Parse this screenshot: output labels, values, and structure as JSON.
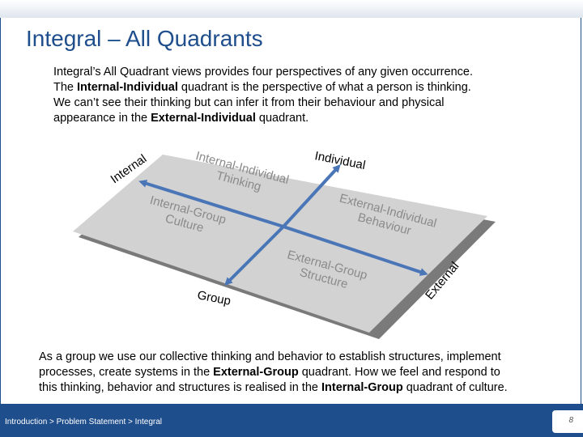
{
  "title": "Integral – All Quadrants",
  "intro": {
    "l1": "Integral’s All Quadrant views provides four perspectives of any given occurrence.",
    "l2a": "The ",
    "l2b": "Internal-Individual",
    "l2c": " quadrant is the perspective of what a person is thinking.",
    "l3": "We can’t see their thinking but can infer it from their behaviour and physical",
    "l4a": "appearance in the ",
    "l4b": "External-Individual",
    "l4c": " quadrant."
  },
  "diagram": {
    "axes": {
      "internal": "Internal",
      "external": "External",
      "individual": "Individual",
      "group": "Group"
    },
    "quadrants": {
      "internal_individual": [
        "Internal-Individual",
        "Thinking"
      ],
      "external_individual": [
        "External-Individual",
        "Behaviour"
      ],
      "internal_group": [
        "Internal-Group",
        "Culture"
      ],
      "external_group": [
        "External-Group",
        "Structure"
      ]
    },
    "colors": {
      "plane": "#d2d2d2",
      "shadow": "#7a7a7a",
      "arrow": "#4a76b8"
    }
  },
  "outro": {
    "l1": "As a group we use our collective thinking and behavior to establish structures, implement",
    "l2a": "processes, create systems in the ",
    "l2b": "External-Group",
    "l2c": " quadrant. How we feel and respond to",
    "l3a": "this thinking, behavior and structures is realised in the ",
    "l3b": "Internal-Group",
    "l3c": " quadrant of culture."
  },
  "footer": {
    "breadcrumb": "Introduction > Problem Statement > Integral",
    "page": "8"
  }
}
